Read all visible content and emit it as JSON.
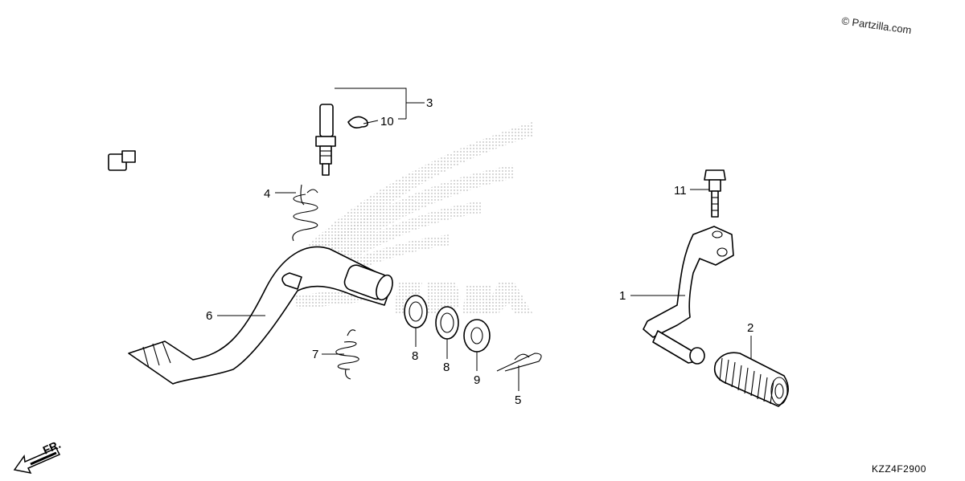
{
  "watermark": "© Partzilla.com",
  "diagram_code": "KZZ4F2900",
  "direction_label": "FR.",
  "icons": {
    "direction": "arrow-front-icon",
    "logo": "wing-logo-icon"
  },
  "callouts": {
    "c1": "1",
    "c2": "2",
    "c3": "3",
    "c4": "4",
    "c5": "5",
    "c6": "6",
    "c7": "7",
    "c8a": "8",
    "c8b": "8",
    "c9": "9",
    "c10": "10",
    "c11": "11"
  }
}
